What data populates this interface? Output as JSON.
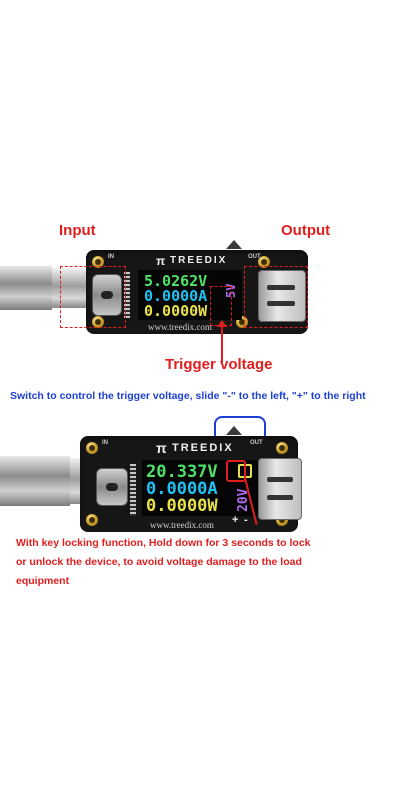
{
  "labels": {
    "input": "Input",
    "output": "Output",
    "trigger": "Trigger voltage"
  },
  "caption_switch": "Switch to control the trigger voltage, slide \"-\" to the left, \"+\" to the right",
  "caption_lock_lines": [
    "With key locking function, Hold down for 3 seconds to lock",
    "or unlock the device,  to avoid voltage damage to the load",
    "equipment"
  ],
  "device1": {
    "brand": "TREEDIX",
    "voltage": "5.0262V",
    "current": "0.0000A",
    "power": "0.0000W",
    "trigger": "5V",
    "website": "www.treedix.com",
    "pcb_in": "IN",
    "pcb_out": "OUT"
  },
  "device2": {
    "brand": "TREEDIX",
    "voltage": "20.337V",
    "current": "0.0000A",
    "power": "0.0000W",
    "trigger": "20V",
    "website": "www.treedix.com",
    "pcb_in": "IN",
    "pcb_out": "OUT",
    "plus": "+",
    "minus": "-"
  },
  "colors": {
    "label_red": "#e01e1e",
    "caption_blue": "#1e3fd6",
    "voltage": "#4fe36a",
    "current": "#1ec2f5",
    "power": "#e8e14b",
    "trigger": "#b06cf0"
  }
}
